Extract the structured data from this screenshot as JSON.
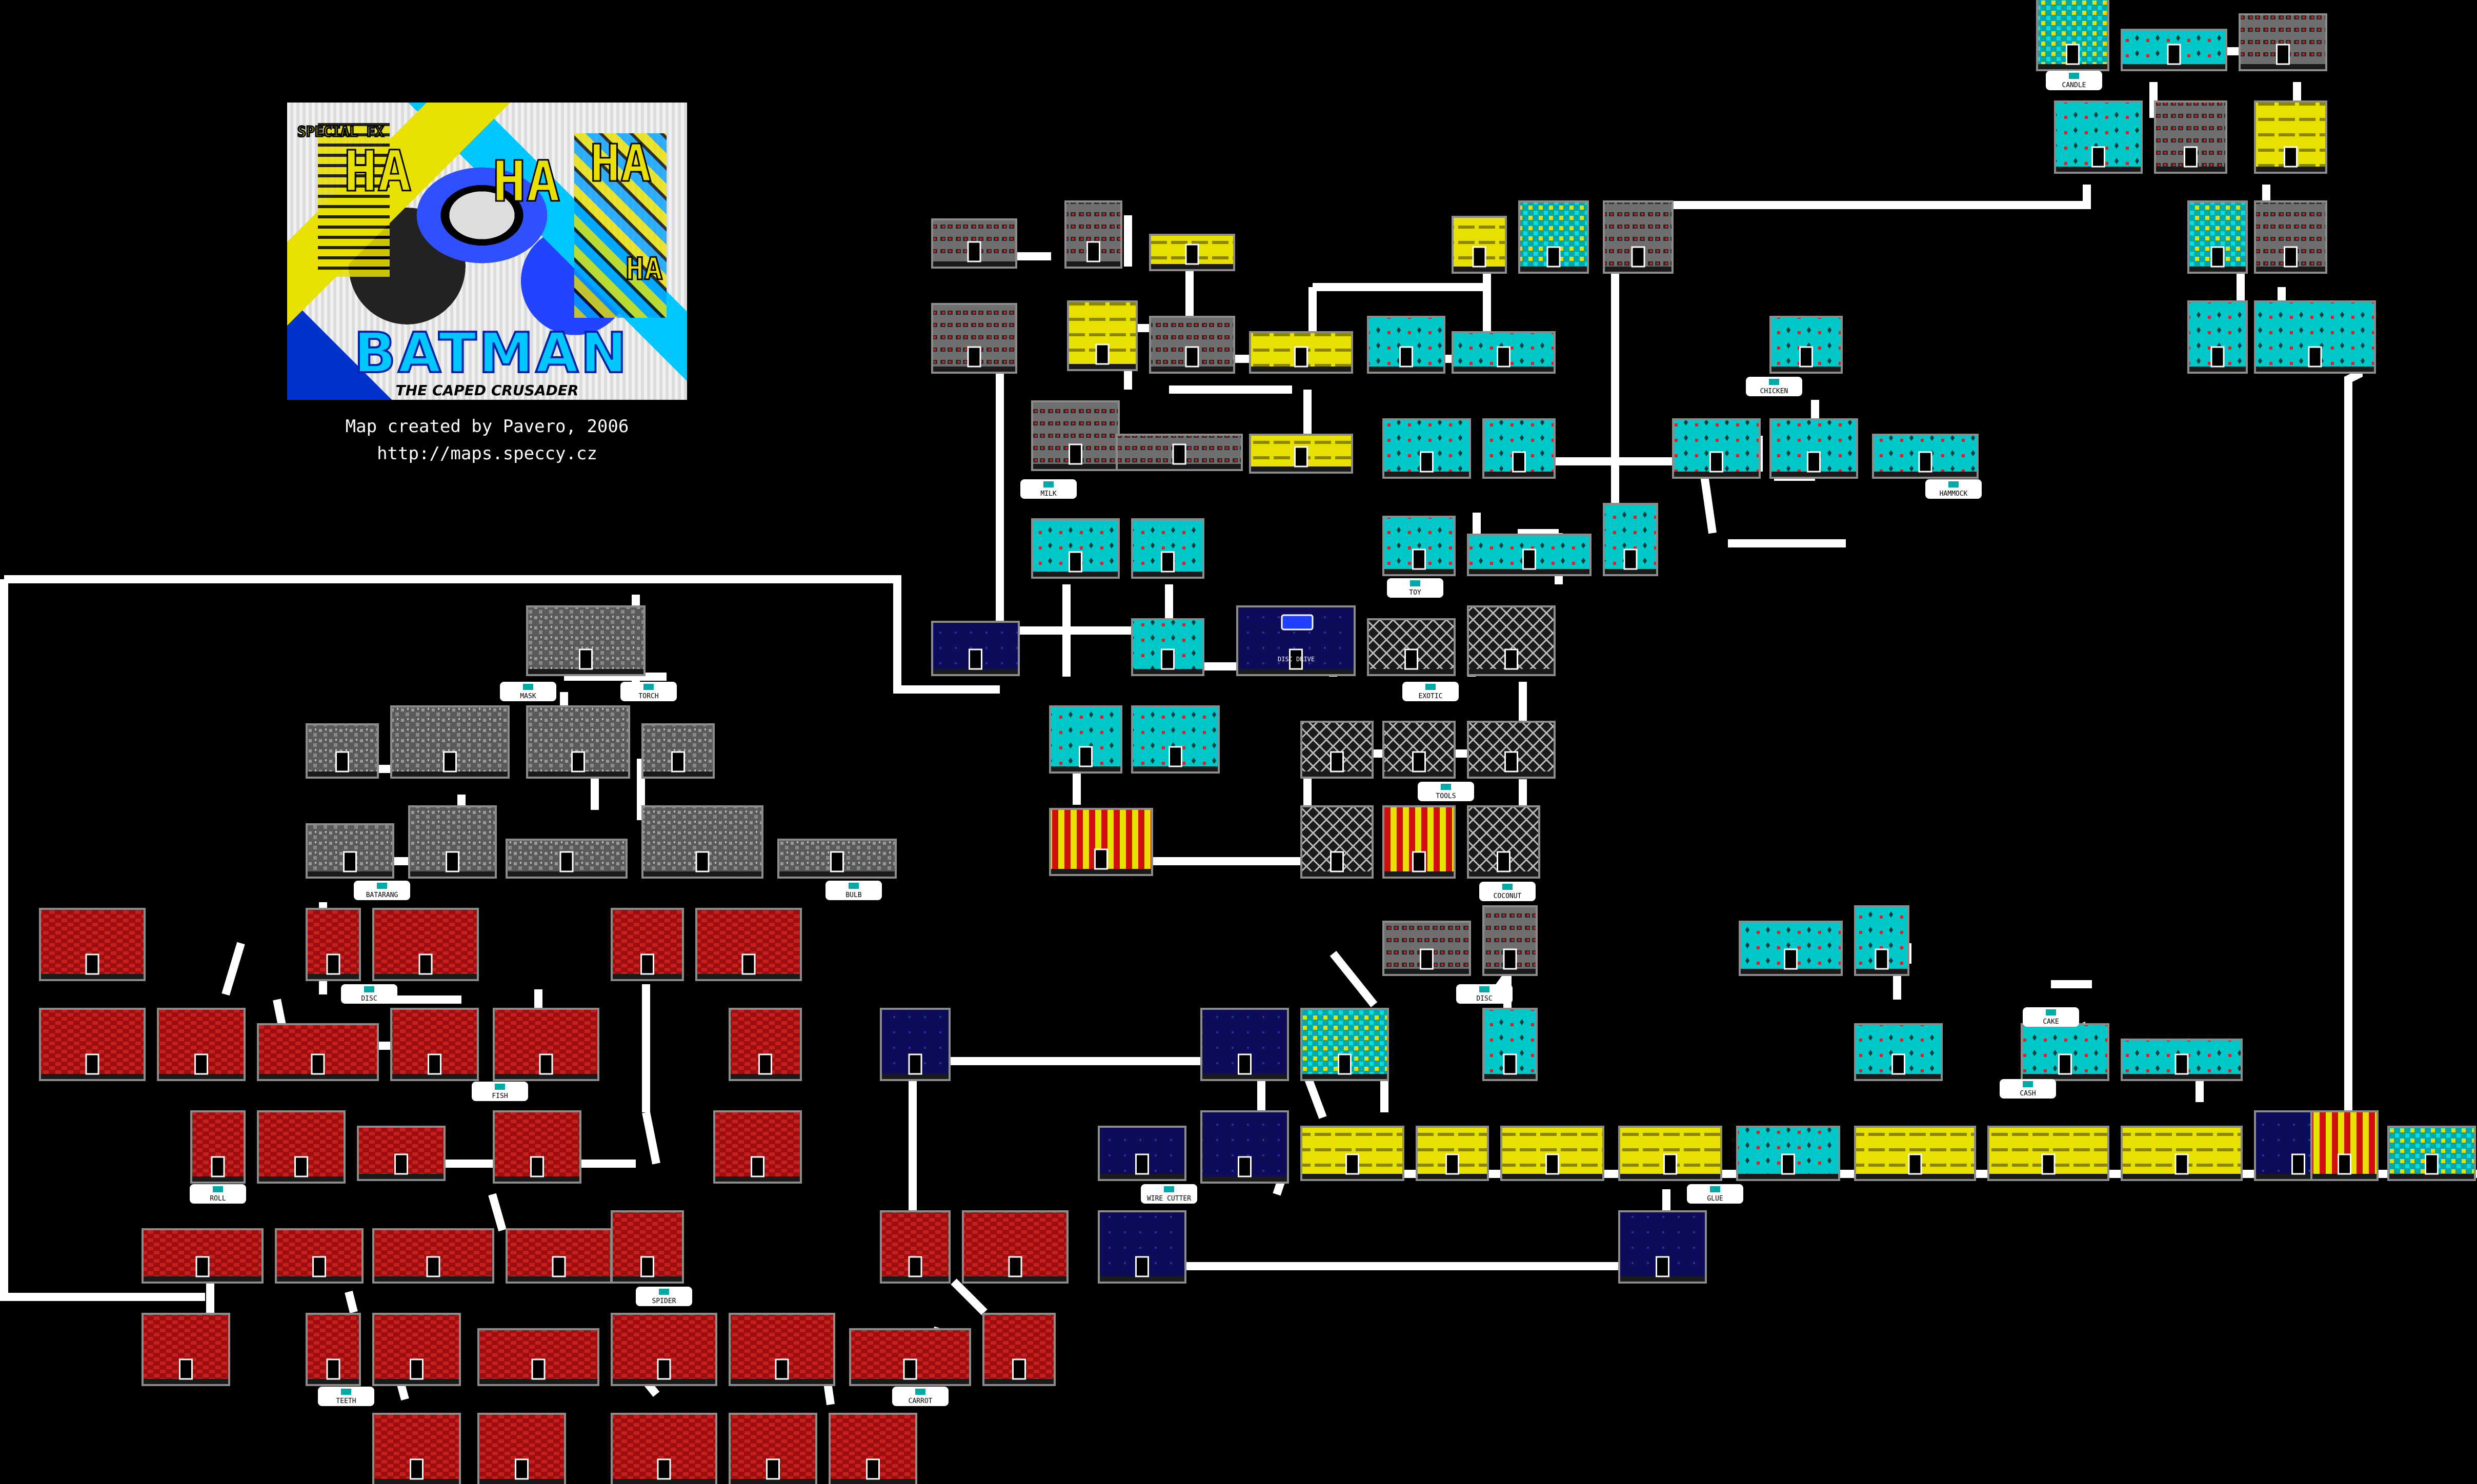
{
  "title_card": {
    "game_title": "BATMAN",
    "subtitle": "THE CAPED CRUSADER",
    "corner_text": "SPECIAL FX",
    "shouts": [
      "HA",
      "HA",
      "HA",
      "HA"
    ]
  },
  "credits": {
    "author_line": "Map created by Pavero, 2006",
    "url_line": "http://maps.speccy.cz"
  },
  "item_labels": [
    "CANDLE",
    "MILK",
    "TOY",
    "CHICKEN",
    "HAMMOCK",
    "MASK",
    "TORCH",
    "BATARANG",
    "BULB",
    "DISC",
    "FISH",
    "ROLL",
    "WIRE CUTTER",
    "GLUE",
    "SPIDER",
    "TEETH",
    "CARROT",
    "EXOTIC",
    "TOOLS",
    "COCONUT",
    "DISC",
    "CAKE",
    "CASH"
  ],
  "screen_banner": "DISC DRIVE",
  "colors": {
    "background": "#000000",
    "path": "#ffffff",
    "room_border": "#9a9a9a",
    "red_brick": "#b01818",
    "cyan_room": "#00c8c8",
    "yellow_room": "#e8e000",
    "blue_room": "#101060",
    "grey_room": "#6e6e6e"
  }
}
